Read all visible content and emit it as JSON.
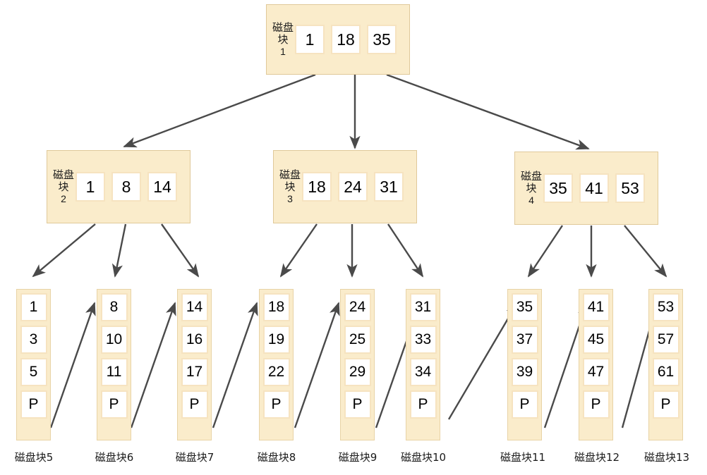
{
  "diagram": {
    "title": "B+ Tree disk block structure",
    "colors": {
      "node_fill": "#faeccb",
      "node_border": "#e0c99a",
      "cell_fill": "#ffffff",
      "cell_border": "#f6e3c0",
      "arrow": "#4a4a4a",
      "background": "#ffffff",
      "text": "#000000"
    },
    "pointer_symbol": "P",
    "block_word": "磁盘块"
  },
  "root": {
    "id": "block-1",
    "label_chars": "磁盘块",
    "label_number": "1",
    "keys": [
      "1",
      "18",
      "35"
    ]
  },
  "internal": [
    {
      "id": "block-2",
      "label_chars": "磁盘块",
      "label_number": "2",
      "keys": [
        "1",
        "8",
        "14"
      ]
    },
    {
      "id": "block-3",
      "label_chars": "磁盘块",
      "label_number": "3",
      "keys": [
        "18",
        "24",
        "31"
      ]
    },
    {
      "id": "block-4",
      "label_chars": "磁盘块",
      "label_number": "4",
      "keys": [
        "35",
        "41",
        "53"
      ]
    }
  ],
  "leaves": [
    {
      "id": "block-5",
      "caption": "磁盘块5",
      "values": [
        "1",
        "3",
        "5"
      ],
      "pointer": "P"
    },
    {
      "id": "block-6",
      "caption": "磁盘块6",
      "values": [
        "8",
        "10",
        "11"
      ],
      "pointer": "P"
    },
    {
      "id": "block-7",
      "caption": "磁盘块7",
      "values": [
        "14",
        "16",
        "17"
      ],
      "pointer": "P"
    },
    {
      "id": "block-8",
      "caption": "磁盘块8",
      "values": [
        "18",
        "19",
        "22"
      ],
      "pointer": "P"
    },
    {
      "id": "block-9",
      "caption": "磁盘块9",
      "values": [
        "24",
        "25",
        "29"
      ],
      "pointer": "P"
    },
    {
      "id": "block-10",
      "caption": "磁盘块10",
      "values": [
        "31",
        "33",
        "34"
      ],
      "pointer": "P"
    },
    {
      "id": "block-11",
      "caption": "磁盘块11",
      "values": [
        "35",
        "37",
        "39"
      ],
      "pointer": "P"
    },
    {
      "id": "block-12",
      "caption": "磁盘块12",
      "values": [
        "41",
        "45",
        "47"
      ],
      "pointer": "P"
    },
    {
      "id": "block-13",
      "caption": "磁盘块13",
      "values": [
        "53",
        "57",
        "61"
      ],
      "pointer": "P"
    }
  ]
}
